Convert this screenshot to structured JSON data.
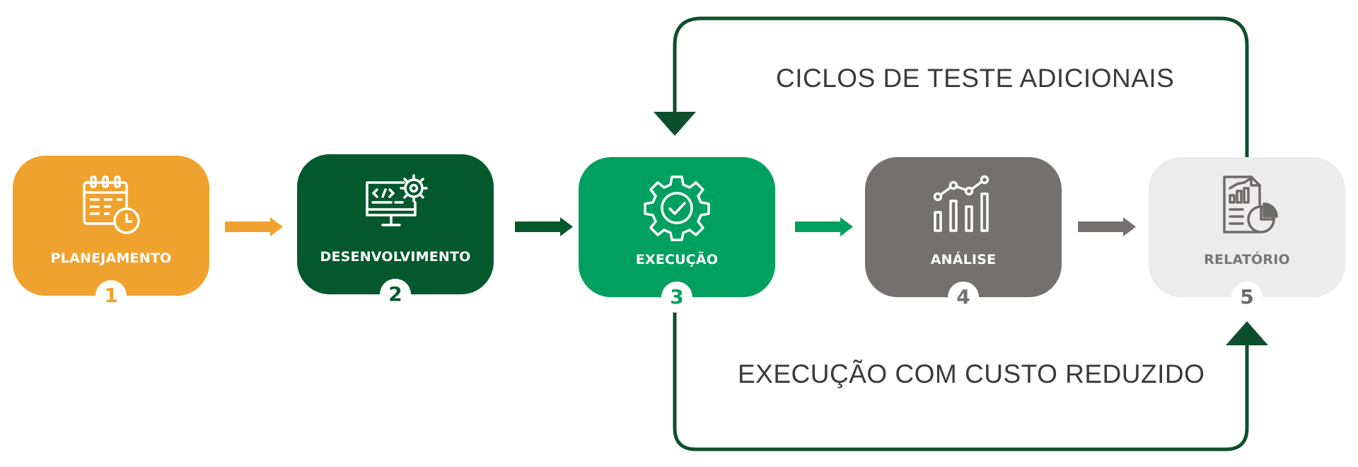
{
  "steps": [
    {
      "number": "1",
      "label": "PLANEJAMENTO",
      "icon": "calendar-clock-icon",
      "color": "#f0a22e"
    },
    {
      "number": "2",
      "label": "DESENVOLVIMENTO",
      "icon": "code-monitor-gear-icon",
      "color": "#04592c"
    },
    {
      "number": "3",
      "label": "EXECUÇÃO",
      "icon": "gear-check-icon",
      "color": "#00a060"
    },
    {
      "number": "4",
      "label": "ANÁLISE",
      "icon": "bar-line-chart-icon",
      "color": "#747070"
    },
    {
      "number": "5",
      "label": "RELATÓRIO",
      "icon": "report-chart-icon",
      "color": "#ececec"
    }
  ],
  "loops": {
    "top_label": "CICLOS DE TESTE ADICIONAIS",
    "bottom_label": "EXECUÇÃO COM CUSTO REDUZIDO",
    "line_color": "#0d4f2b"
  },
  "arrow_colors": [
    "#f0a22e",
    "#04592c",
    "#00a060",
    "#747070"
  ]
}
